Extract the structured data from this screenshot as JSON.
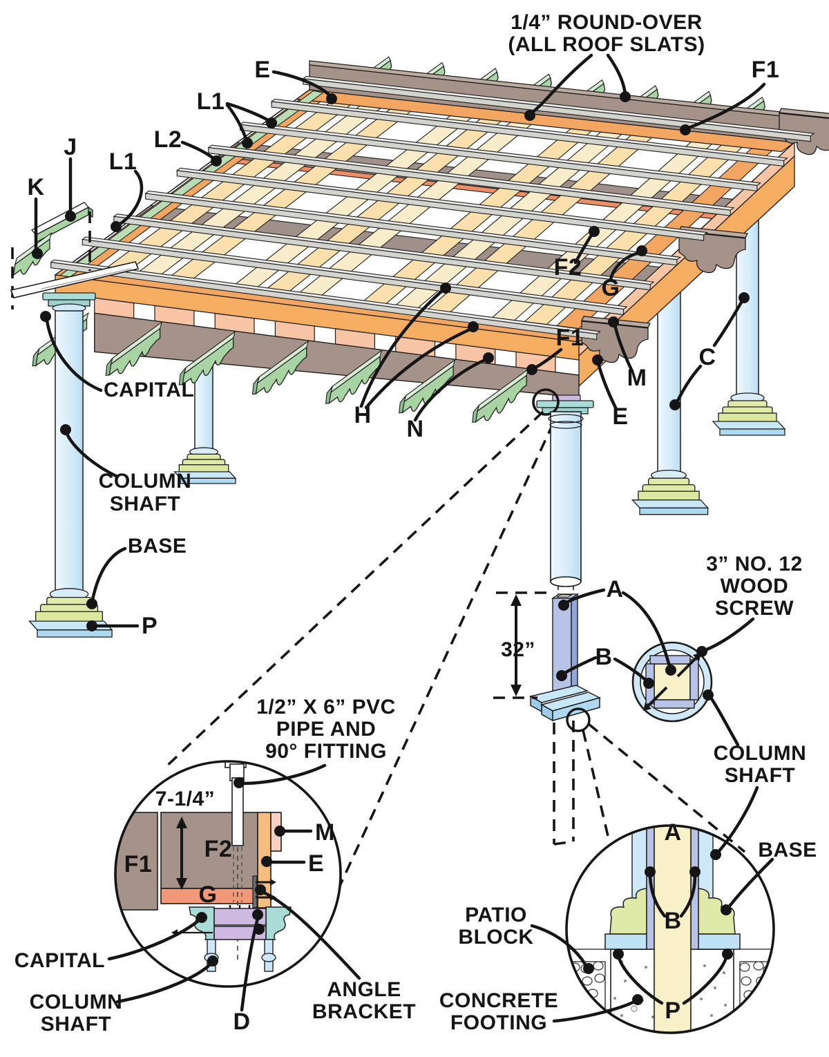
{
  "figure": {
    "type": "technical illustration",
    "subject": "Pergola construction diagram with lettered parts, beam-to-column connection detail, post detail and footing detail"
  },
  "palette": {
    "outline": "#1c1c1c",
    "column_blue": "#d9edf9",
    "capital_teal": "#a9dcd6",
    "base_green": "#e0eaa8",
    "patio_blue": "#c8e7f7",
    "rafter_green": "#a8d4a4",
    "slat_grey": "#d4d4cf",
    "deck_tan": "#fbe0ad",
    "deck_cream": "#f9ecca",
    "rim_orange": "#f5ad62",
    "block_salmon": "#f7c5a5",
    "ledger_salmon": "#ee8e66",
    "beam_brown": "#a5938a",
    "post_periwinkle": "#b6c3e6",
    "post_cream": "#f7f0c8",
    "capital_purple": "#cdb9e2"
  },
  "labels": {
    "roof_note": [
      "1/4” ROUND-OVER",
      "(ALL ROOF SLATS)"
    ],
    "e_top": "E",
    "f1_top": "F1",
    "l1_upper": "L1",
    "l2": "L2",
    "j": "J",
    "l1_lower": "L1",
    "k": "K",
    "f2": "F2",
    "g": "G",
    "f1_front": "F1",
    "m": "M",
    "e_side": "E",
    "c": "C",
    "h": "H",
    "n": "N",
    "capital": "CAPITAL",
    "column_shaft": [
      "COLUMN",
      "SHAFT"
    ],
    "base": "BASE",
    "p": "P"
  },
  "detail_connection": {
    "pvc_note": [
      "1/2” X 6” PVC",
      "PIPE AND",
      "90° FITTING"
    ],
    "depth_dim": "7-1/4”",
    "f1": "F1",
    "f2": "F2",
    "g": "G",
    "m": "M",
    "e": "E",
    "capital": "CAPITAL",
    "column_shaft": [
      "COLUMN",
      "SHAFT"
    ],
    "d": "D",
    "angle_bracket": [
      "ANGLE",
      "BRACKET"
    ]
  },
  "detail_post": {
    "screw_note": [
      "3” NO. 12",
      "WOOD",
      "SCREW"
    ],
    "a": "A",
    "b": "B",
    "height_dim": "32”",
    "column_shaft": [
      "COLUMN",
      "SHAFT"
    ]
  },
  "detail_footing": {
    "base": "BASE",
    "patio_block": [
      "PATIO",
      "BLOCK"
    ],
    "concrete_footing": [
      "CONCRETE",
      "FOOTING"
    ],
    "a": "A",
    "b": "B",
    "p": "P"
  }
}
